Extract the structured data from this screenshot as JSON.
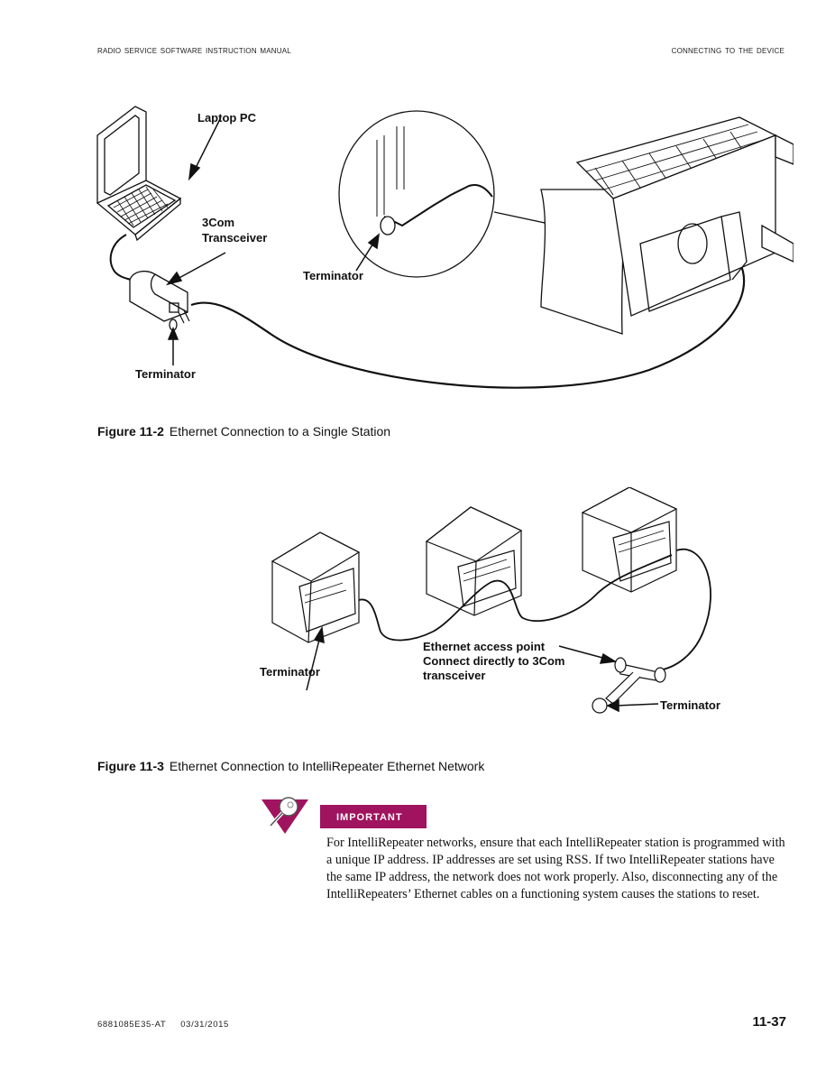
{
  "header": {
    "manual_title": "Radio Service Software Instruction Manual",
    "section_title": "Connecting to the Device"
  },
  "figure_11_2": {
    "number": "Figure 11-2",
    "title": "Ethernet Connection to a Single Station",
    "labels": {
      "laptop": "Laptop PC",
      "transceiver_line1": "3Com",
      "transceiver_line2": "Transceiver",
      "terminator_detail": "Terminator",
      "terminator_transceiver": "Terminator"
    }
  },
  "figure_11_3": {
    "number": "Figure 11-3",
    "title": "Ethernet Connection to IntelliRepeater Ethernet Network",
    "labels": {
      "terminator_left": "Terminator",
      "access_point_line1": "Ethernet access point",
      "access_point_line2": "Connect directly to 3Com",
      "access_point_line3": "transceiver",
      "terminator_right": "Terminator"
    }
  },
  "important": {
    "icon": "magnifier-triangle-icon",
    "label": "Important",
    "accent_color": "#a0135e",
    "text": "For IntelliRepeater networks, ensure that each IntelliRepeater station is programmed with a unique IP address. IP addresses are set using RSS. If two IntelliRepeater stations have the same IP address, the network does not work properly. Also, disconnecting any of the IntelliRepeaters’ Ethernet cables on a functioning system causes the stations to reset."
  },
  "footer": {
    "doc_number": "6881085E35-AT",
    "date": "03/31/2015",
    "page_number": "11-37"
  }
}
